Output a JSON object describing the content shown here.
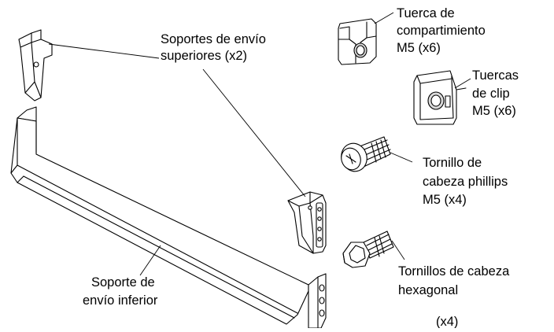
{
  "labels": {
    "upper_brackets": [
      "Soportes de envío",
      "superiores (x2)"
    ],
    "cage_nut": [
      "Tuerca de",
      "compartimiento",
      "M5 (x6)"
    ],
    "clip_nut": [
      "Tuercas",
      "de clip",
      "M5 (x6)"
    ],
    "phillips_screw": [
      "Tornillo de",
      "cabeza phillips",
      "M5 (x4)"
    ],
    "hex_screw": [
      "Tornillos de cabeza",
      "hexagonal"
    ],
    "hex_screw_qty": "(x4)",
    "lower_bracket": [
      "Soporte de",
      "envío inferior"
    ]
  }
}
